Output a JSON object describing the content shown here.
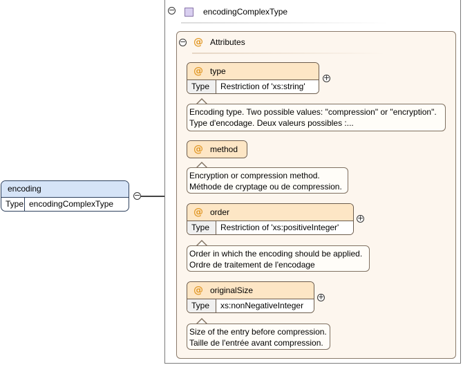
{
  "element": {
    "name": "encoding",
    "type_label": "Type",
    "type_value": "encodingComplexType"
  },
  "complex_type": {
    "name": "encodingComplexType",
    "collapse_symbol": "−"
  },
  "attributes_group": {
    "label": "Attributes",
    "collapse_symbol": "−"
  },
  "attributes": [
    {
      "name": "type",
      "type_label": "Type",
      "type_value": "Restriction of 'xs:string'",
      "expand_symbol": "+",
      "doc": [
        "Encoding type. Two possible values: \"compression\" or \"encryption\".",
        "Type d'encodage. Deux valeurs possibles :..."
      ]
    },
    {
      "name": "method",
      "doc": [
        "Encryption or compression method.",
        "Méthode de cryptage ou de compression."
      ]
    },
    {
      "name": "order",
      "type_label": "Type",
      "type_value": "Restriction of 'xs:positiveInteger'",
      "expand_symbol": "+",
      "doc": [
        "Order in which the encoding should be applied.",
        "Ordre de traitement de l'encodage"
      ]
    },
    {
      "name": "originalSize",
      "type_label": "Type",
      "type_value": "xs:nonNegativeInteger",
      "expand_symbol": "+",
      "doc": [
        "Size of the entry before compression.",
        "Taille de l'entrée avant compression."
      ]
    }
  ],
  "attribute_symbol": "@",
  "element_collapse_symbol": "−",
  "colors": {
    "element_header": "#d6e4f7",
    "attribute_header": "#fde6c5",
    "attributes_bg": "#fdf6ee",
    "at_symbol": "#e29a2a",
    "complex_type_icon": "#d9cff0"
  }
}
